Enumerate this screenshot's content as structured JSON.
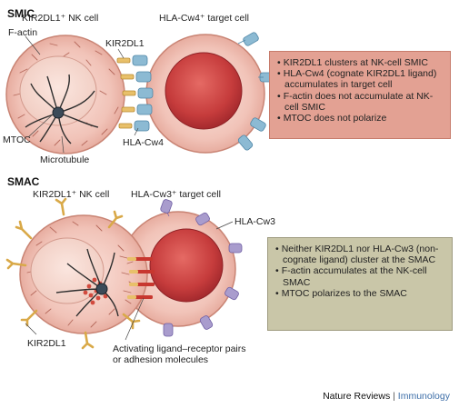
{
  "smic": {
    "heading": "SMIC",
    "nk_cell_label": "KIR2DL1⁺ NK cell",
    "target_cell_label": "HLA-Cw4⁺ target cell",
    "factin_label": "F-actin",
    "kir_label": "KIR2DL1",
    "mtoc_label": "MTOC",
    "microtubule_label": "Microtubule",
    "ligand_label": "HLA-Cw4",
    "notes": [
      "KIR2DL1 clusters at NK-cell SMIC",
      "HLA-Cw4 (cognate KIR2DL1 ligand) accumulates in target cell",
      "F-actin does not accumulate at NK-cell SMIC",
      "MTOC does not polarize"
    ]
  },
  "smac": {
    "heading": "SMAC",
    "nk_cell_label": "KIR2DL1⁺ NK cell",
    "target_cell_label": "HLA-Cw3⁺ target cell",
    "ligand_label": "HLA-Cw3",
    "kir_label": "KIR2DL1",
    "activating_label_line1": "Activating ligand–receptor pairs",
    "activating_label_line2": "or adhesion molecules",
    "notes": [
      "Neither KIR2DL1 nor HLA-Cw3 (non-cognate ligand) cluster at the SMAC",
      "F-actin accumulates at the NK-cell SMAC",
      "MTOC polarizes to the SMAC"
    ]
  },
  "footer": {
    "publisher": "Nature Reviews",
    "separator": "|",
    "journal": "Immunology"
  },
  "colors": {
    "cell_fill": "#f2c6bd",
    "target_nucleus": "#c23a3a",
    "receptor": "#e0b65a",
    "ligand_cw4": "#7fb0c9",
    "ligand_cw3": "#a597c9",
    "smic_box": "#e3a193",
    "smac_box": "#c9c6a8"
  }
}
